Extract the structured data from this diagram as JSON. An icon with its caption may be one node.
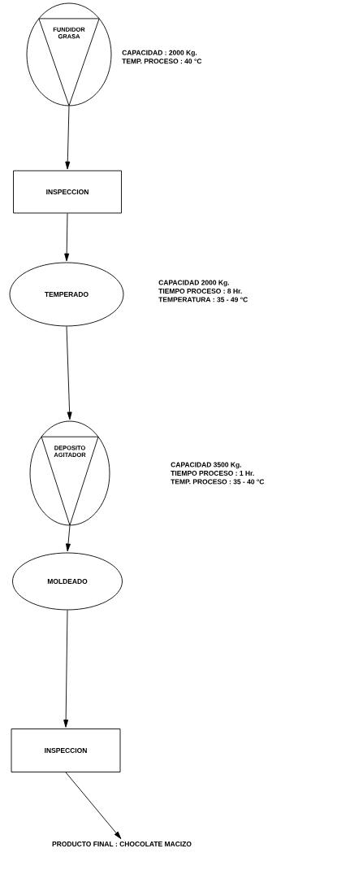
{
  "diagram": {
    "nodes": [
      {
        "text": [
          "FUNDIDOR GRASA"
        ],
        "beside": [
          "CAPACIDAD : 2000 Kg.",
          "TEMP. PROCESO : 40 °C"
        ]
      },
      {
        "text": [
          "INSPECCION"
        ]
      },
      {
        "text": [
          "TEMPERADO"
        ],
        "beside": [
          "CAPACIDAD 2000 Kg.",
          "TIEMPO PROCESO : 8 Hr.",
          "TEMPERATURA : 35 - 49 °C"
        ]
      },
      {
        "text": [
          "DEPOSITO AGITADOR"
        ],
        "beside": [
          "CAPACIDAD 3500 Kg.",
          "TIEMPO PROCESO : 1 Hr.",
          "TEMP. PROCESO : 35 - 40 °C"
        ]
      },
      {
        "text": [
          "MOLDEADO"
        ]
      },
      {
        "text": [
          "INSPECCION"
        ]
      },
      {
        "text": [
          "PRODUCTO FINAL : CHOCOLATE MACIZO"
        ]
      }
    ],
    "edges": [
      {
        "from": 0,
        "to": 1,
        "arrow": "to"
      },
      {
        "from": 1,
        "to": 2,
        "arrow": "to"
      },
      {
        "from": 2,
        "to": 3,
        "arrow": "to"
      },
      {
        "from": 3,
        "to": 4,
        "arrow": "to"
      },
      {
        "from": 4,
        "to": 5,
        "arrow": "to"
      },
      {
        "from": 5,
        "to": 6,
        "arrow": "to"
      }
    ]
  }
}
